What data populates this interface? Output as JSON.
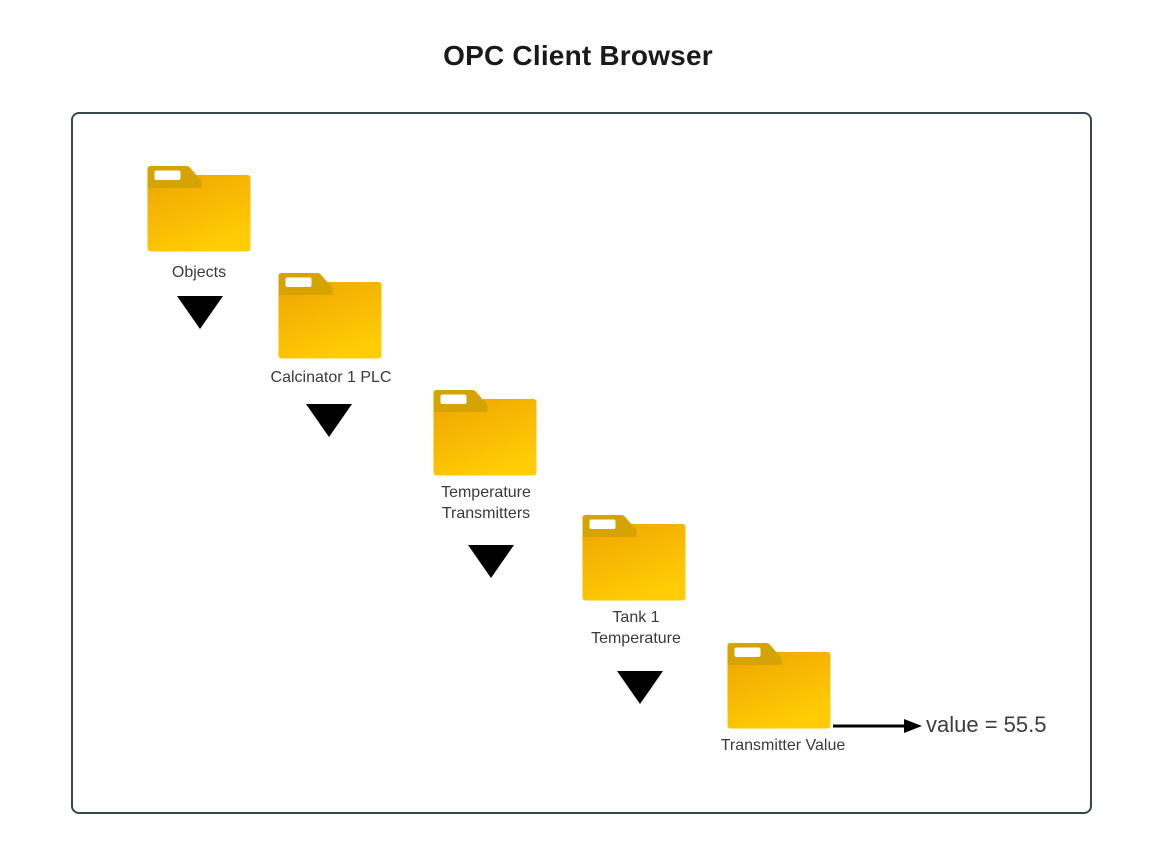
{
  "page": {
    "title": "OPC Client Browser"
  },
  "diagram": {
    "nodes": [
      {
        "name": "Objects",
        "line1": "Objects"
      },
      {
        "name": "Calcinator 1 PLC",
        "line1": "Calcinator 1 PLC"
      },
      {
        "name": "Temperature Transmitters",
        "line1": "Temperature",
        "line2": "Transmitters"
      },
      {
        "name": "Tank 1 Temperature",
        "line1": "Tank 1",
        "line2": "Temperature"
      },
      {
        "name": "Transmitter Value",
        "line1": "Transmitter Value"
      }
    ],
    "value_label": "value = 55.5",
    "colors": {
      "folder_tab": "#D5A302",
      "folder_body_top": "#EFA500",
      "folder_body_bottom": "#FFCC06",
      "box_border": "#37474F",
      "expander": "#000000",
      "text": "#3a3a3a"
    }
  }
}
